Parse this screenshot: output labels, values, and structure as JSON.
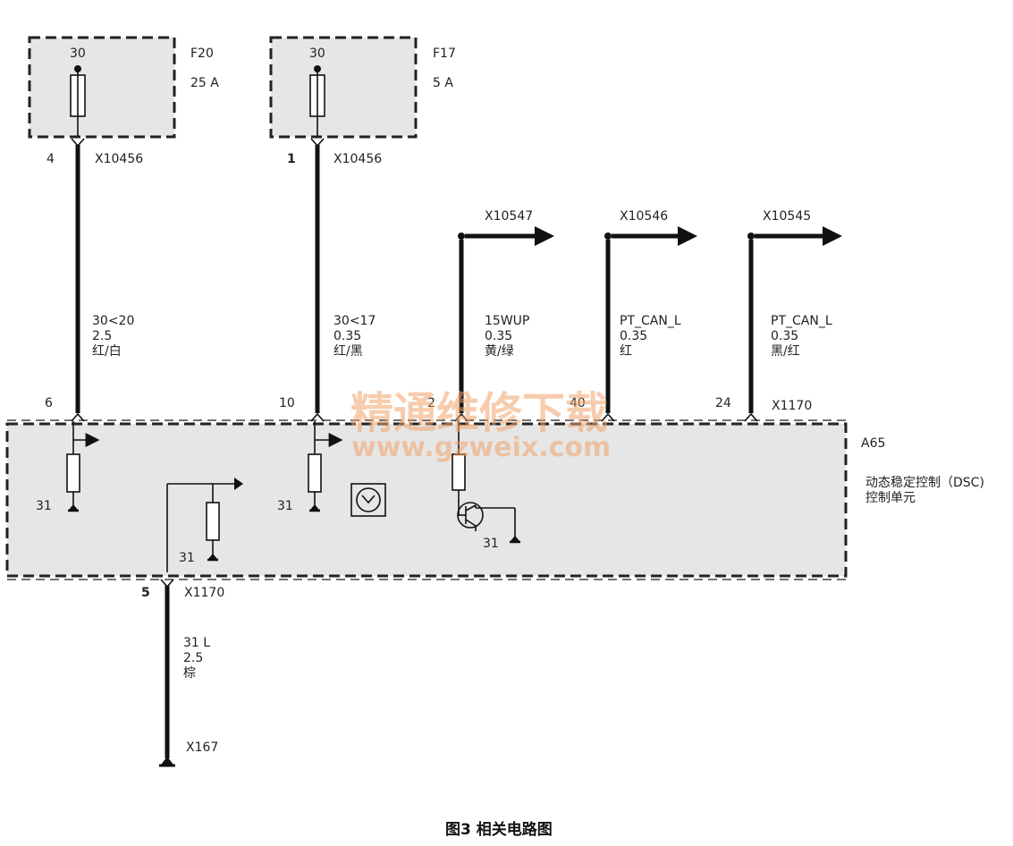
{
  "fuses": {
    "f20": {
      "pin": "30",
      "name": "F20",
      "rating": "25 A",
      "connector": "X10456",
      "out_pin": "4"
    },
    "f17": {
      "pin": "30",
      "name": "F17",
      "rating": "5 A",
      "connector": "X10456",
      "out_pin": "1"
    }
  },
  "wires": {
    "w1": {
      "line1": "30<20",
      "line2": "2.5",
      "line3": "红/白"
    },
    "w2": {
      "line1": "30<17",
      "line2": "0.35",
      "line3": "红/黑"
    },
    "w3": {
      "line1": "15WUP",
      "line2": "0.35",
      "line3": "黄/绿"
    },
    "w4": {
      "line1": "PT_CAN_L",
      "line2": "0.35",
      "line3": "红"
    },
    "w5": {
      "line1": "PT_CAN_L",
      "line2": "0.35",
      "line3": "黑/红"
    },
    "w6": {
      "line1": "31 L",
      "line2": "2.5",
      "line3": "棕"
    }
  },
  "outputs": {
    "o1": "X10547",
    "o2": "X10546",
    "o3": "X10545"
  },
  "module": {
    "id": "A65",
    "name_line1": "动态稳定控制（DSC)",
    "name_line2": "控制单元",
    "connector_top": "X1170",
    "connector_bottom": "X1170",
    "pins": {
      "p6": "6",
      "p10": "10",
      "p2": "2",
      "p40": "40",
      "p24": "24",
      "p5": "5"
    },
    "grounds": {
      "g1": "31",
      "g2": "31",
      "g3": "31",
      "g4": "31"
    }
  },
  "ground_connector": "X167",
  "watermark": {
    "line1": "精通维修下载",
    "line2": "www.gzweix.com"
  },
  "caption": "图3  相关电路图"
}
